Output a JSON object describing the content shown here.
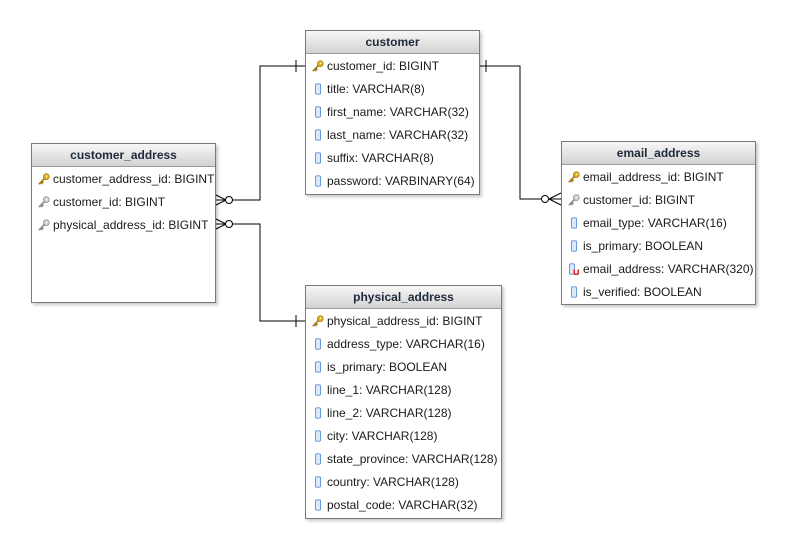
{
  "tables": {
    "customer": {
      "name": "customer",
      "columns": [
        {
          "text": "customer_id: BIGINT",
          "icon": "primary-key-icon"
        },
        {
          "text": "title: VARCHAR(8)",
          "icon": "column-icon"
        },
        {
          "text": "first_name: VARCHAR(32)",
          "icon": "column-icon"
        },
        {
          "text": "last_name: VARCHAR(32)",
          "icon": "column-icon"
        },
        {
          "text": "suffix: VARCHAR(8)",
          "icon": "column-icon"
        },
        {
          "text": "password: VARBINARY(64)",
          "icon": "column-icon"
        }
      ]
    },
    "customer_address": {
      "name": "customer_address",
      "columns": [
        {
          "text": "customer_address_id: BIGINT",
          "icon": "primary-key-icon"
        },
        {
          "text": "customer_id: BIGINT",
          "icon": "foreign-key-icon"
        },
        {
          "text": "physical_address_id: BIGINT",
          "icon": "foreign-key-icon"
        }
      ]
    },
    "email_address": {
      "name": "email_address",
      "columns": [
        {
          "text": "email_address_id: BIGINT",
          "icon": "primary-key-icon"
        },
        {
          "text": "customer_id: BIGINT",
          "icon": "foreign-key-icon"
        },
        {
          "text": "email_type: VARCHAR(16)",
          "icon": "column-icon"
        },
        {
          "text": "is_primary: BOOLEAN",
          "icon": "column-icon"
        },
        {
          "text": "email_address: VARCHAR(320)",
          "icon": "unique-column-icon"
        },
        {
          "text": "is_verified: BOOLEAN",
          "icon": "column-icon"
        }
      ]
    },
    "physical_address": {
      "name": "physical_address",
      "columns": [
        {
          "text": "physical_address_id: BIGINT",
          "icon": "primary-key-icon"
        },
        {
          "text": "address_type: VARCHAR(16)",
          "icon": "column-icon"
        },
        {
          "text": "is_primary: BOOLEAN",
          "icon": "column-icon"
        },
        {
          "text": "line_1: VARCHAR(128)",
          "icon": "column-icon"
        },
        {
          "text": "line_2: VARCHAR(128)",
          "icon": "column-icon"
        },
        {
          "text": "city: VARCHAR(128)",
          "icon": "column-icon"
        },
        {
          "text": "state_province: VARCHAR(128)",
          "icon": "column-icon"
        },
        {
          "text": "country: VARCHAR(128)",
          "icon": "column-icon"
        },
        {
          "text": "postal_code: VARCHAR(32)",
          "icon": "column-icon"
        }
      ]
    }
  },
  "relationships": [
    {
      "from": "customer.customer_id",
      "to": "customer_address.customer_id",
      "cardinality": "one-to-zero-or-many"
    },
    {
      "from": "physical_address.physical_address_id",
      "to": "customer_address.physical_address_id",
      "cardinality": "one-to-zero-or-many"
    },
    {
      "from": "customer.customer_id",
      "to": "email_address.customer_id",
      "cardinality": "one-to-zero-or-many"
    }
  ],
  "colors": {
    "line": "#000000",
    "header_text": "#1e2a3a",
    "primary_key": "#e6b422",
    "foreign_key": "#a8a8a8",
    "column": "#5b8fd6",
    "unique_marker": "#d81e1e"
  }
}
